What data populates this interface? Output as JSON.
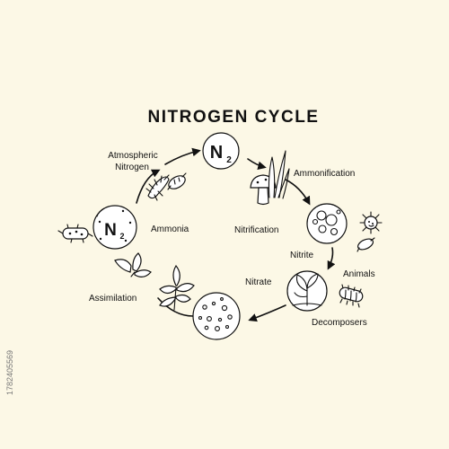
{
  "title": "NITROGEN CYCLE",
  "nodes": {
    "atmospheric": "N",
    "atmospheric_sub": "2",
    "ammonia": "N",
    "ammonia_sub": "2"
  },
  "labels": {
    "atmospheric_nitrogen_line1": "Atmospheric",
    "atmospheric_nitrogen_line2": "Nitrogen",
    "ammonification": "Ammonification",
    "ammonia": "Ammonia",
    "nitrification": "Nitrification",
    "nitrite": "Nitrite",
    "animals": "Animals",
    "nitrate": "Nitrate",
    "decomposers": "Decomposers",
    "assimilation": "Assimilation"
  },
  "watermark_id": "1782405569",
  "colors": {
    "background": "#fcf8e6",
    "ink": "#111111"
  },
  "icons": [
    "bacteria-icon",
    "mushroom-icon",
    "grass-icon",
    "microbe-icon",
    "leaf-icon",
    "plant-icon",
    "soil-sample-icon",
    "sprout-icon"
  ]
}
